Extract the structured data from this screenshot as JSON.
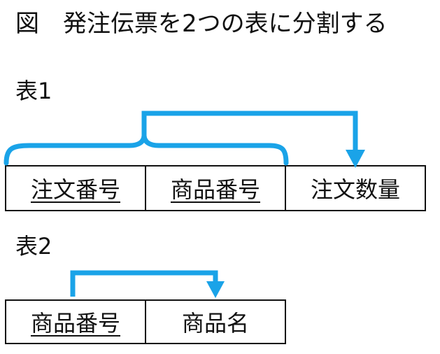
{
  "title": "図　発注伝票を2つの表に分割する",
  "table1": {
    "label": "表1",
    "columns": [
      "注文番号",
      "商品番号",
      "注文数量"
    ],
    "key_columns": [
      0,
      1
    ]
  },
  "table2": {
    "label": "表2",
    "columns": [
      "商品番号",
      "商品名"
    ],
    "key_columns": [
      0
    ]
  },
  "colors": {
    "arrow": "#1aa3e8",
    "border": "#111111",
    "text": "#111111"
  },
  "dependencies": [
    {
      "table": "表1",
      "from": [
        "注文番号",
        "商品番号"
      ],
      "to": "注文数量"
    },
    {
      "table": "表2",
      "from": [
        "商品番号"
      ],
      "to": "商品名"
    }
  ]
}
